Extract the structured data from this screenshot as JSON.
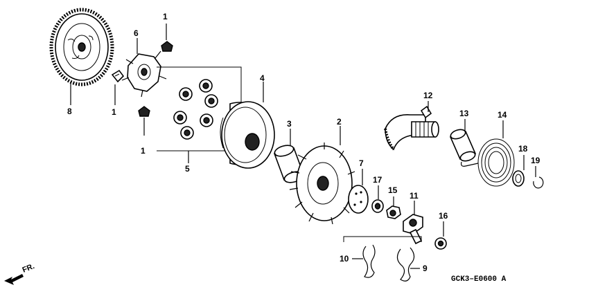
{
  "labels": {
    "l1a": "1",
    "l1b": "1",
    "l1c": "1",
    "l2": "2",
    "l3": "3",
    "l4": "4",
    "l5": "5",
    "l6": "6",
    "l7": "7",
    "l8": "8",
    "l9": "9",
    "l10": "10",
    "l11": "11",
    "l12": "12",
    "l13": "13",
    "l14": "14",
    "l15": "15",
    "l16": "16",
    "l17": "17",
    "l18": "18",
    "l19": "19"
  },
  "reference_code": "GCK3–E0600 A",
  "front_marker": "FR."
}
